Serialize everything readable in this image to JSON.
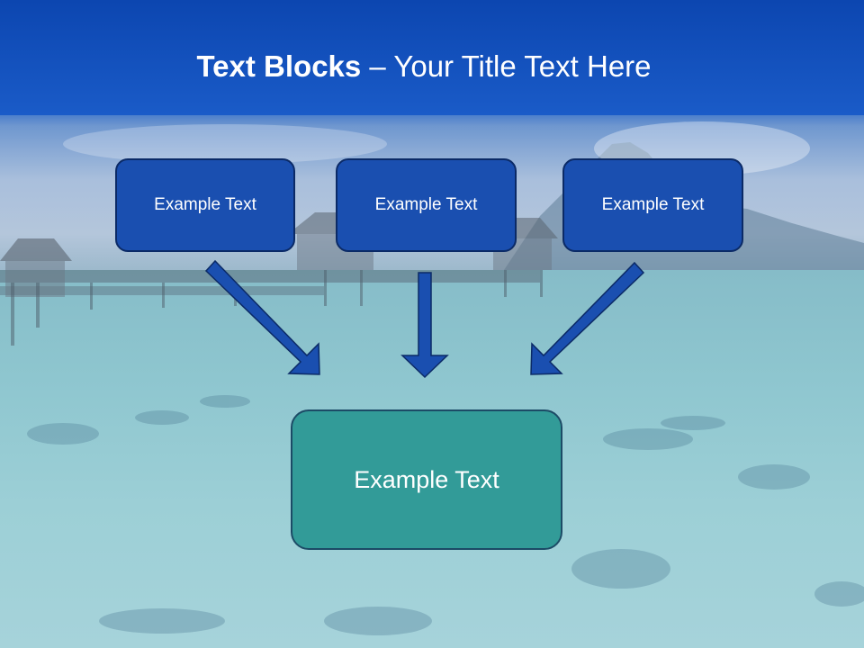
{
  "slide": {
    "title_bold": "Text Blocks",
    "title_dash": " – ",
    "title_rest": "Your Title Text Here"
  },
  "blocks": [
    {
      "label": "Example Text"
    },
    {
      "label": "Example Text"
    },
    {
      "label": "Example Text"
    }
  ],
  "result": {
    "label": "Example Text"
  },
  "colors": {
    "title_band": "#1a5bc8",
    "block_fill": "#1a4fb0",
    "block_border": "#0b2a66",
    "result_fill": "#329b98",
    "arrow_fill": "#1a4fb0"
  }
}
